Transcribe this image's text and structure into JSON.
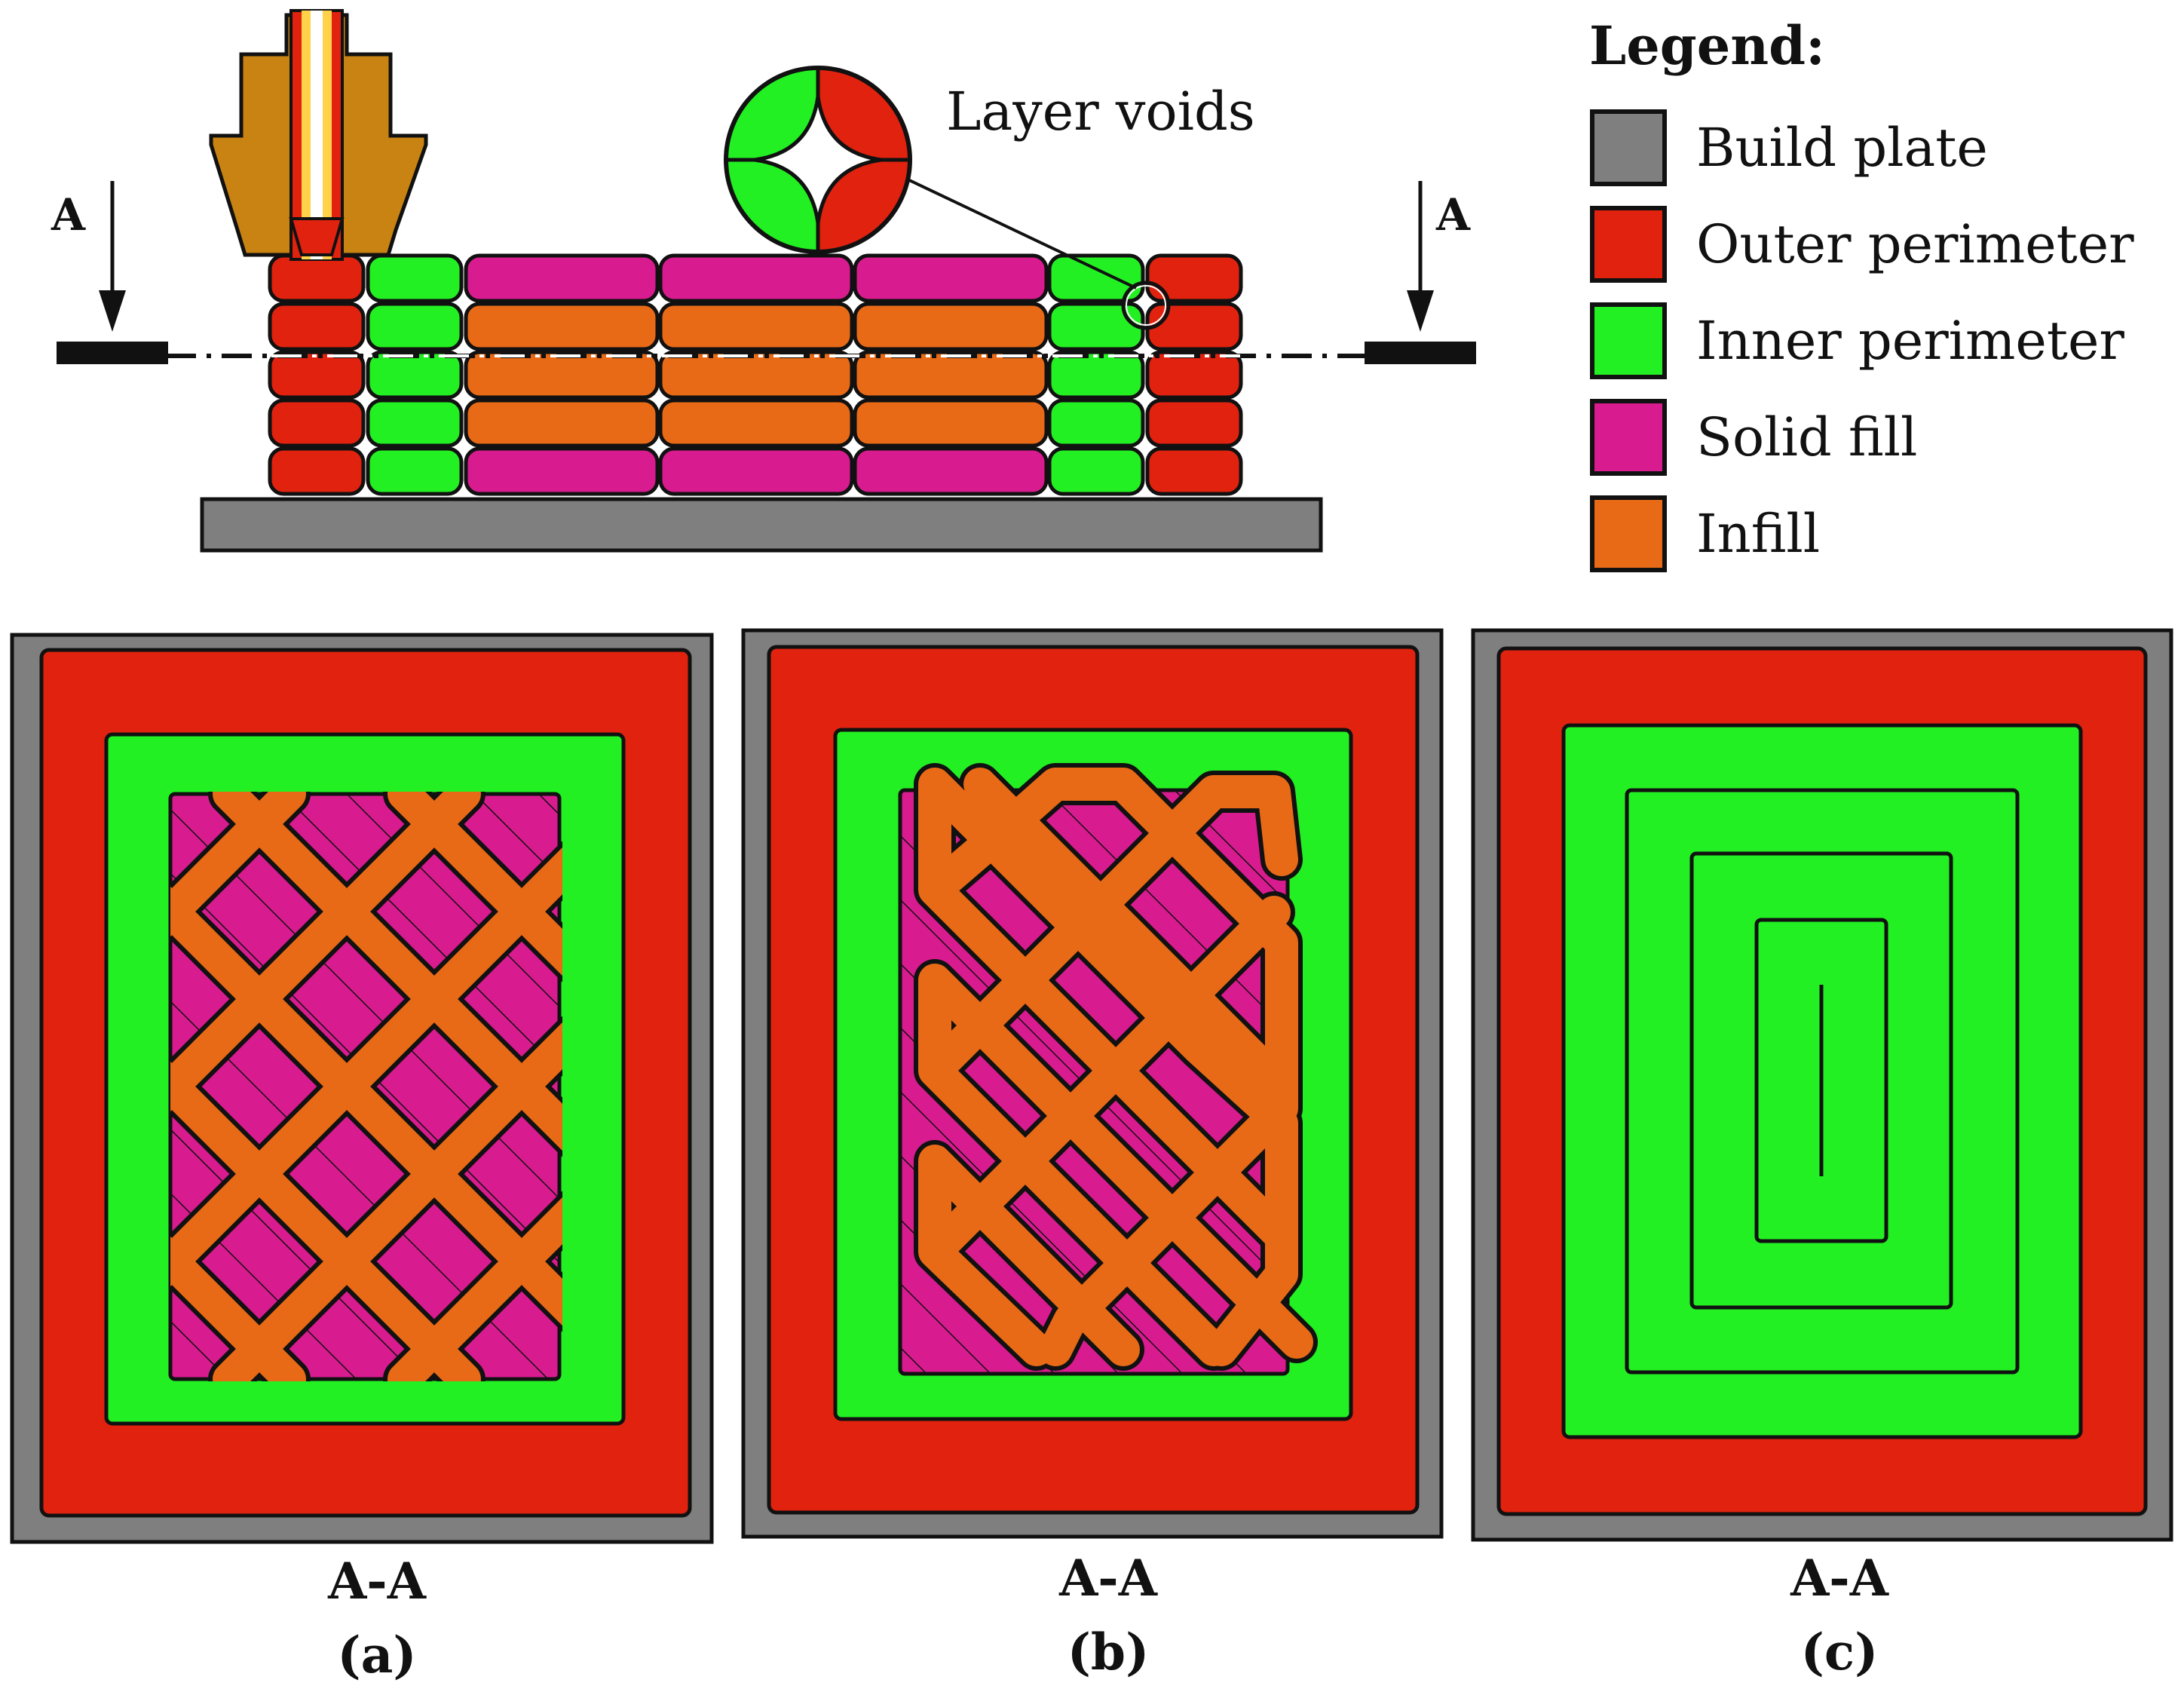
{
  "colors": {
    "build_plate": "#7f7f7f",
    "outer_perimeter": "#e0220f",
    "inner_perimeter": "#22f022",
    "solid_fill": "#d81b8f",
    "infill": "#e86a16",
    "nozzle": "#c98312",
    "outline": "#111111"
  },
  "legend": {
    "title": "Legend:",
    "items": [
      {
        "key": "build_plate",
        "label": "Build plate"
      },
      {
        "key": "outer_perimeter",
        "label": "Outer perimeter"
      },
      {
        "key": "inner_perimeter",
        "label": "Inner perimeter"
      },
      {
        "key": "solid_fill",
        "label": "Solid fill"
      },
      {
        "key": "infill",
        "label": "Infill"
      }
    ]
  },
  "side_view": {
    "callout_label": "Layer voids",
    "section_marker_left": "A",
    "section_marker_right": "A"
  },
  "panels": [
    {
      "section_label": "A-A",
      "caption": "(a)",
      "infill_pattern": "diagonal grid"
    },
    {
      "section_label": "A-A",
      "caption": "(b)",
      "infill_pattern": "diagonal grid, connected"
    },
    {
      "section_label": "A-A",
      "caption": "(c)",
      "infill_pattern": "concentric perimeters"
    }
  ]
}
